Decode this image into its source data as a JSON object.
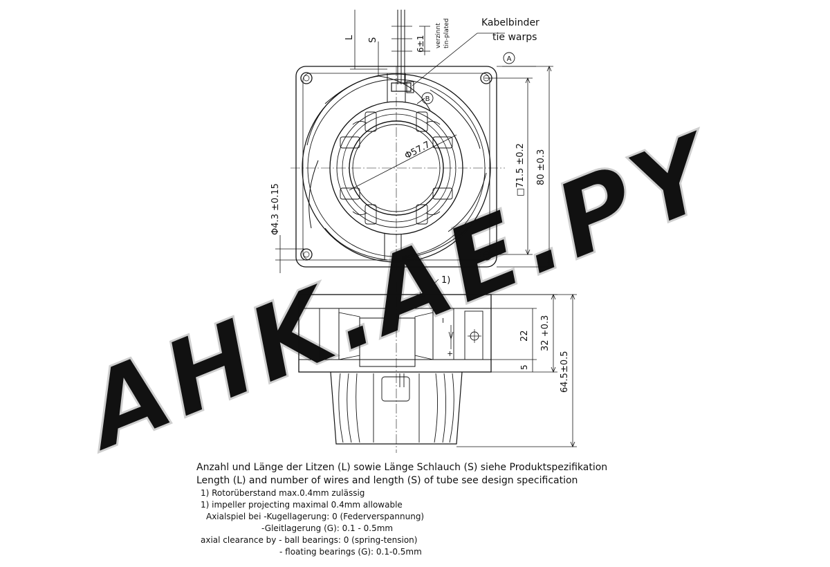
{
  "labels": {
    "cable_tie_de": "Kabelbinder",
    "cable_tie_en": "tie warps",
    "tin_de": "verzinnt",
    "tin_en": "tin-plated",
    "dim_L": "L",
    "dim_S": "S",
    "dim_6": "6±1",
    "circle_A": "A",
    "circle_B": "B",
    "dia_57": "Φ57.7",
    "dim_71": "□71.5 ±0.2",
    "dim_80": "80 ±0.3",
    "dim_43": "Φ4.3 ±0.15",
    "note_1": "1)",
    "dim_22": "22",
    "dim_32": "32 +0.3",
    "dim_5": "5",
    "dim_645": "64.5±0.5",
    "minus": "−",
    "plus": "+",
    "watermark": "AHK.AE.PY"
  },
  "notes": {
    "line1": "Anzahl und Länge der Litzen (L) sowie Länge Schlauch (S) siehe Produktspezifikation",
    "line2": "Length (L) and number of wires and length (S) of tube see design specification",
    "line3": "1) Rotorüberstand max.0.4mm zulässig",
    "line4": "1) impeller projecting maximal 0.4mm allowable",
    "line5": "Axialspiel bei -Kugellagerung: 0 (Federverspannung)",
    "line6": "-Gleitlagerung (G): 0.1 - 0.5mm",
    "line7": "axial clearance by - ball bearings: 0 (spring-tension)",
    "line8": "- floating bearings (G): 0.1-0.5mm"
  }
}
